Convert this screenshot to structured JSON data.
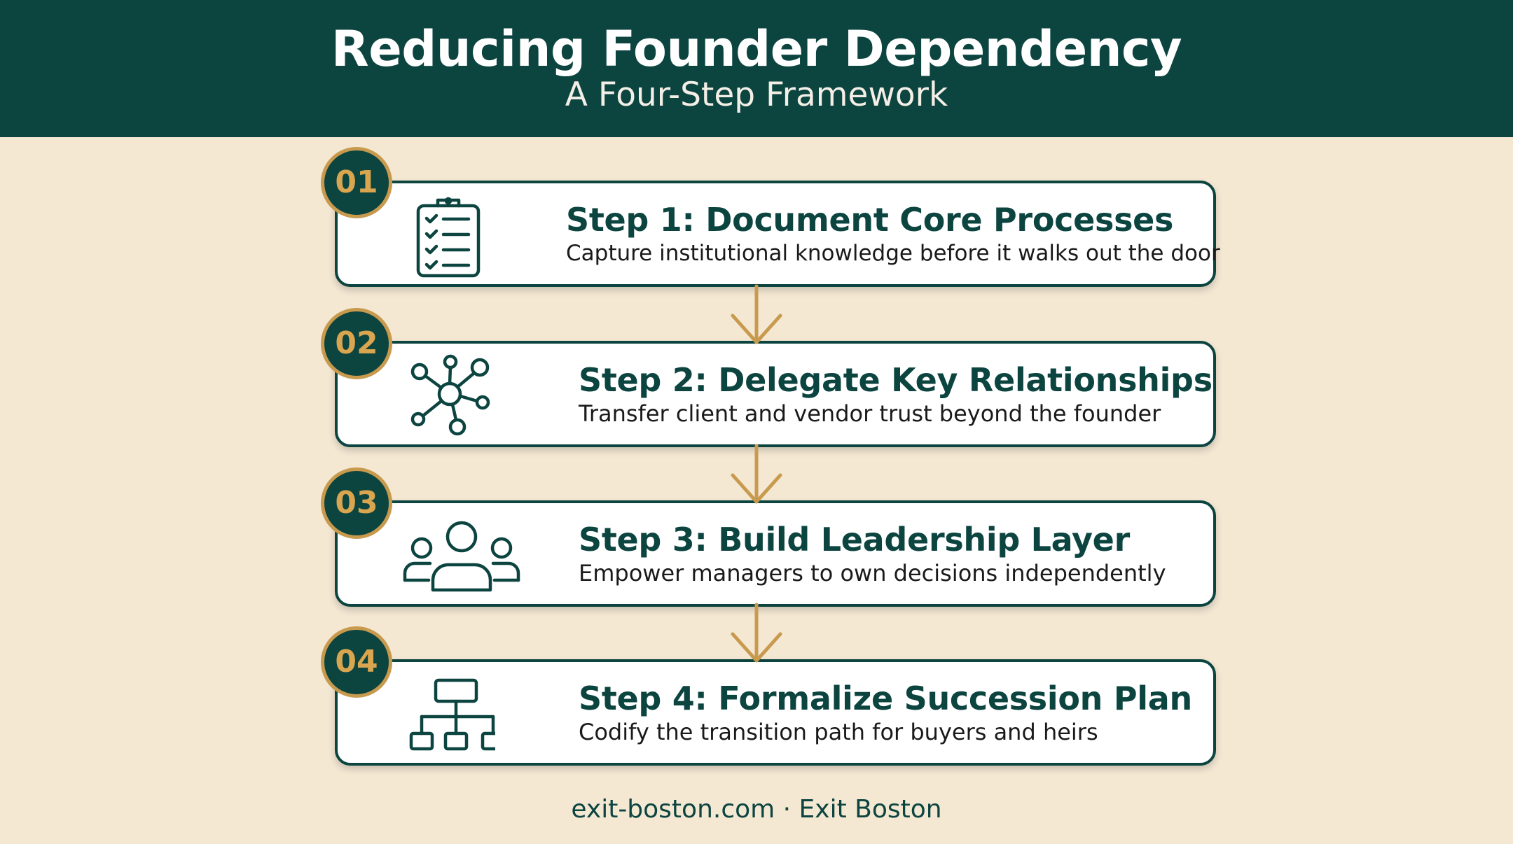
{
  "header": {
    "title": "Reducing Founder Dependency",
    "subtitle": "A Four-Step Framework"
  },
  "steps": [
    {
      "number": "01",
      "title": "Step 1: Document Core Processes",
      "description": "Capture institutional knowledge before it walks out the door",
      "icon": "clipboard-checklist-icon"
    },
    {
      "number": "02",
      "title": "Step 2: Delegate Key Relationships",
      "description": "Transfer client and vendor trust beyond the founder",
      "icon": "network-hub-icon"
    },
    {
      "number": "03",
      "title": "Step 3: Build Leadership Layer",
      "description": "Empower managers to own decisions independently",
      "icon": "team-people-icon"
    },
    {
      "number": "04",
      "title": "Step 4: Formalize Succession Plan",
      "description": "Codify the transition path for buyers and heirs",
      "icon": "org-chart-icon"
    }
  ],
  "footer": {
    "text": "exit-boston.com · Exit Boston"
  },
  "colors": {
    "primary": "#0c4440",
    "accent": "#c89a4e",
    "background": "#f4e8d3",
    "card": "#ffffff"
  }
}
